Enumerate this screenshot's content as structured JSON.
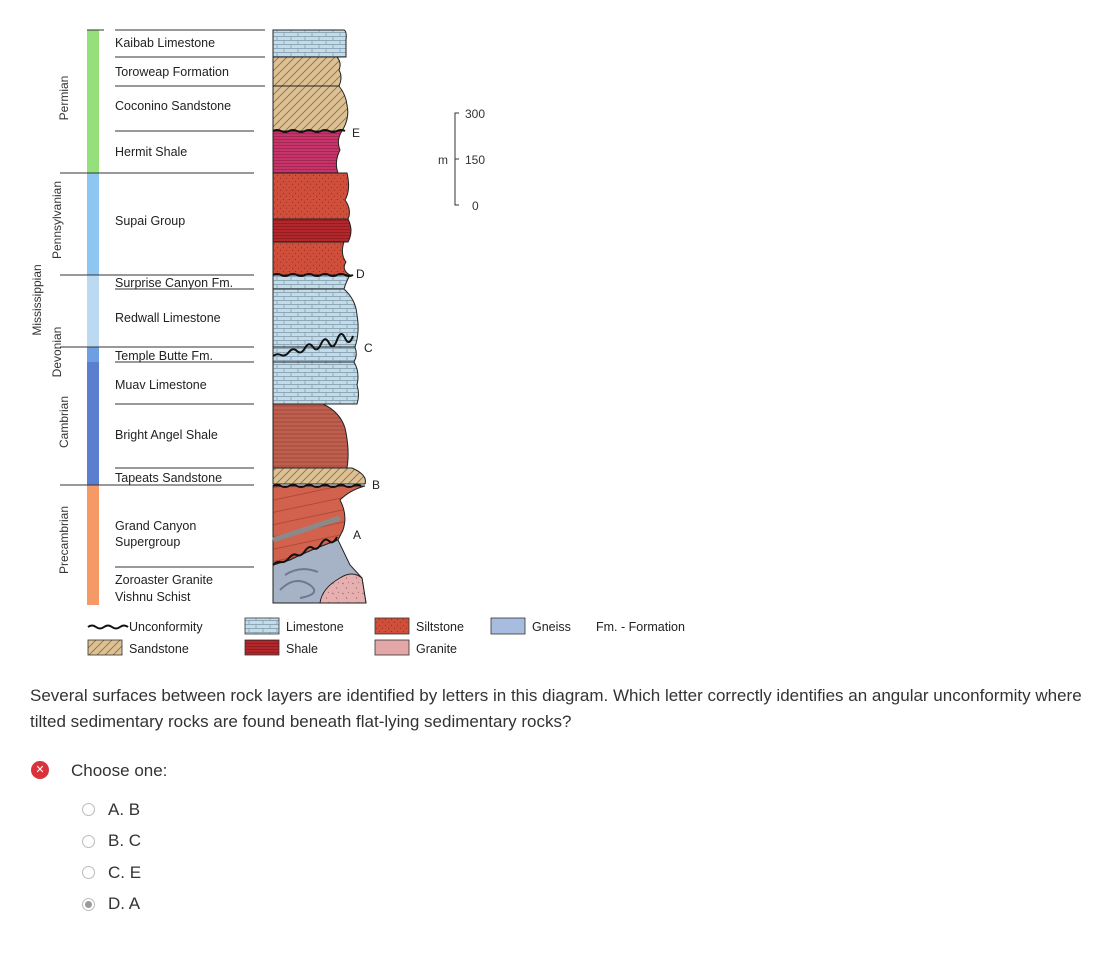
{
  "diagram": {
    "periods": [
      "Permian",
      "Pennsylvanian",
      "Mississippian",
      "Devonian",
      "Cambrian",
      "Precambrian"
    ],
    "formations": [
      "Kaibab Limestone",
      "Toroweap Formation",
      "Coconino Sandstone",
      "Hermit Shale",
      "Supai Group",
      "Surprise Canyon Fm.",
      "Redwall Limestone",
      "Temple Butte Fm.",
      "Muav Limestone",
      "Bright Angel Shale",
      "Tapeats Sandstone",
      "Grand Canyon",
      "Supergroup",
      "Zoroaster Granite",
      "Vishnu Schist"
    ],
    "surface_letters": [
      "E",
      "D",
      "C",
      "B",
      "A"
    ],
    "scale": {
      "unit": "m",
      "ticks": [
        "300",
        "150",
        "0"
      ]
    },
    "legend": {
      "unconformity": "Unconformity",
      "sandstone": "Sandstone",
      "limestone": "Limestone",
      "shale": "Shale",
      "siltstone": "Siltstone",
      "granite": "Granite",
      "gneiss": "Gneiss",
      "fm_note": "Fm. - Formation"
    },
    "colors": {
      "permian": "#95e07b",
      "pennsylvanian": "#8ec6f2",
      "mississippian": "#bcd9f2",
      "devonian": "#6e9fe3",
      "cambrian": "#5b7fcf",
      "precambrian": "#f59a66",
      "limestone": "#bfd8e6",
      "sandstone": "#d9be8f",
      "siltstone": "#cf4f3a",
      "shale": "#b3272b",
      "granite": "#e3a7a8",
      "gneiss": "#a8bce0"
    }
  },
  "question": {
    "text": "Several surfaces between rock layers are identified by letters in this diagram. Which letter correctly identifies an angular unconformity where tilted sedimentary rocks are found beneath flat-lying sedimentary rocks?",
    "status_icon": "x-circle-icon",
    "prompt": "Choose one:",
    "options": [
      "A. B",
      "B. C",
      "C. E",
      "D. A"
    ],
    "selected_index": 3
  }
}
